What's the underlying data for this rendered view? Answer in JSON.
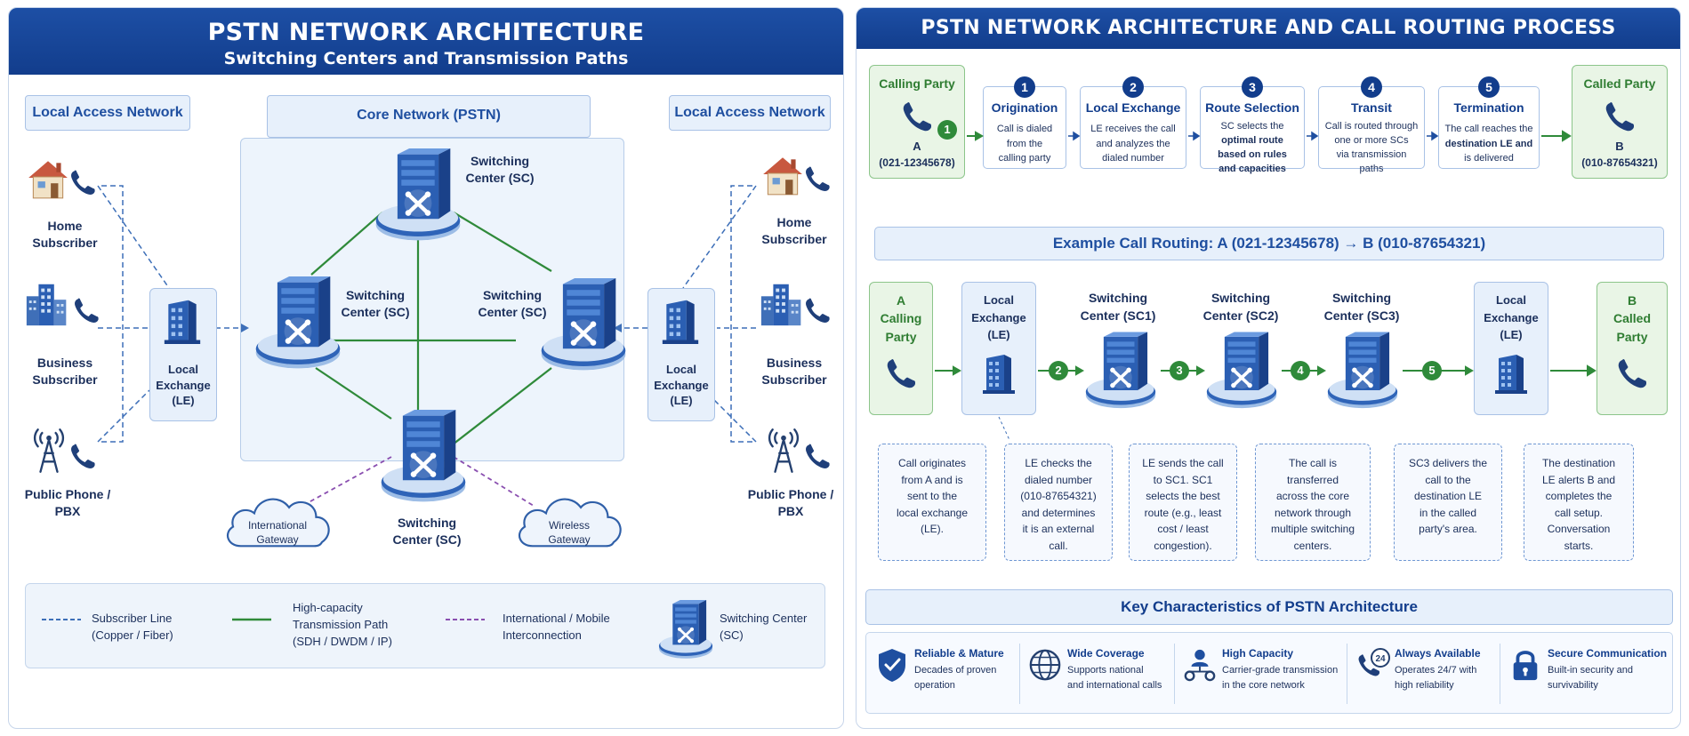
{
  "left": {
    "title": "PSTN NETWORK ARCHITECTURE",
    "subtitle": "Switching Centers and Transmission Paths",
    "local_access_left": "Local Access Network",
    "core_network": "Core Network (PSTN)",
    "local_access_right": "Local Access Network",
    "subscribers": {
      "home": [
        "Home",
        "Subscriber"
      ],
      "business": [
        "Business",
        "Subscriber"
      ],
      "public": [
        "Public Phone /",
        "PBX"
      ]
    },
    "local_exchange": [
      "Local",
      "Exchange",
      "(LE)"
    ],
    "switching_center": [
      "Switching",
      "Center (SC)"
    ],
    "international_gateway": [
      "International",
      "Gateway"
    ],
    "wireless_gateway": [
      "Wireless",
      "Gateway"
    ],
    "legend": {
      "subscriber_line": [
        "Subscriber Line",
        "(Copper / Fiber)"
      ],
      "high_capacity": [
        "High-capacity",
        "Transmission Path",
        "(SDH / DWDM / IP)"
      ],
      "interconnection": [
        "International / Mobile",
        "Interconnection"
      ],
      "switching_center": [
        "Switching Center",
        "(SC)"
      ]
    },
    "colors": {
      "subscriber_line": "#3d6fb8",
      "transmission": "#2f8a3a",
      "interconnect": "#8a4fb0",
      "banner": "#123d8c"
    }
  },
  "right": {
    "title": "PSTN NETWORK ARCHITECTURE AND CALL ROUTING PROCESS",
    "calling_party": {
      "title": "Calling Party",
      "name": "A",
      "number": "(021-12345678)"
    },
    "called_party": {
      "title": "Called Party",
      "name": "B",
      "number": "(010-87654321)"
    },
    "steps": [
      {
        "num": "1",
        "title": "Origination",
        "lines": [
          "Call is dialed",
          "from the",
          "calling party"
        ]
      },
      {
        "num": "2",
        "title": "Local Exchange",
        "lines": [
          "LE receives the call",
          "and analyzes the",
          "dialed number"
        ]
      },
      {
        "num": "3",
        "title": "Route Selection",
        "lines": [
          "SC selects the",
          "optimal route",
          "based on rules",
          "and capacities"
        ]
      },
      {
        "num": "4",
        "title": "Transit",
        "lines": [
          "Call is routed through",
          "one or more SCs",
          "via transmission",
          "paths"
        ]
      },
      {
        "num": "5",
        "title": "Termination",
        "lines": [
          "The call reaches the",
          "destination LE and",
          "is delivered"
        ]
      }
    ],
    "example_title": "Example Call Routing: A (021-12345678) → B (010-87654321)",
    "route": {
      "a_party": [
        "A",
        "Calling",
        "Party"
      ],
      "b_party": [
        "B",
        "Called",
        "Party"
      ],
      "le_left": [
        "Local",
        "Exchange",
        "(LE)"
      ],
      "le_right": [
        "Local",
        "Exchange",
        "(LE)"
      ],
      "sc1": [
        "Switching",
        "Center (SC1)"
      ],
      "sc2": [
        "Switching",
        "Center (SC2)"
      ],
      "sc3": [
        "Switching",
        "Center (SC3)"
      ],
      "nums": [
        "1",
        "2",
        "3",
        "4",
        "5"
      ]
    },
    "notes": [
      [
        "Call originates",
        "from A and is",
        "sent to the",
        "local exchange",
        "(LE)."
      ],
      [
        "LE checks the",
        "dialed number",
        "(010-87654321)",
        "and determines",
        "it is an external",
        "call."
      ],
      [
        "LE sends the call",
        "to SC1. SC1",
        "selects the best",
        "route (e.g., least",
        "cost / least",
        "congestion)."
      ],
      [
        "The call is",
        "transferred",
        "across the core",
        "network through",
        "multiple switching",
        "centers."
      ],
      [
        "SC3 delivers the",
        "call to the",
        "destination LE",
        "in the called",
        "party's area."
      ],
      [
        "The destination",
        "LE alerts B and",
        "completes the",
        "call setup.",
        "Conversation",
        "starts."
      ]
    ],
    "key_title": "Key Characteristics of PSTN Architecture",
    "key_items": [
      {
        "title": "Reliable & Mature",
        "lines": [
          "Decades of proven",
          "operation"
        ],
        "icon": "shield-icon"
      },
      {
        "title": "Wide Coverage",
        "lines": [
          "Supports national",
          "and international calls"
        ],
        "icon": "globe-icon"
      },
      {
        "title": "High Capacity",
        "lines": [
          "Carrier-grade transmission",
          "in the core network"
        ],
        "icon": "network-people-icon"
      },
      {
        "title": "Always Available",
        "lines": [
          "Operates 24/7 with",
          "high reliability"
        ],
        "icon": "24-7-phone-icon"
      },
      {
        "title": "Secure Communication",
        "lines": [
          "Built-in security and",
          "survivability"
        ],
        "icon": "lock-icon"
      }
    ],
    "twentyfour": "24",
    "colors": {
      "party_green": "#2f7d32",
      "step_blue": "#123d8c",
      "route_green": "#2f8a3a"
    }
  }
}
